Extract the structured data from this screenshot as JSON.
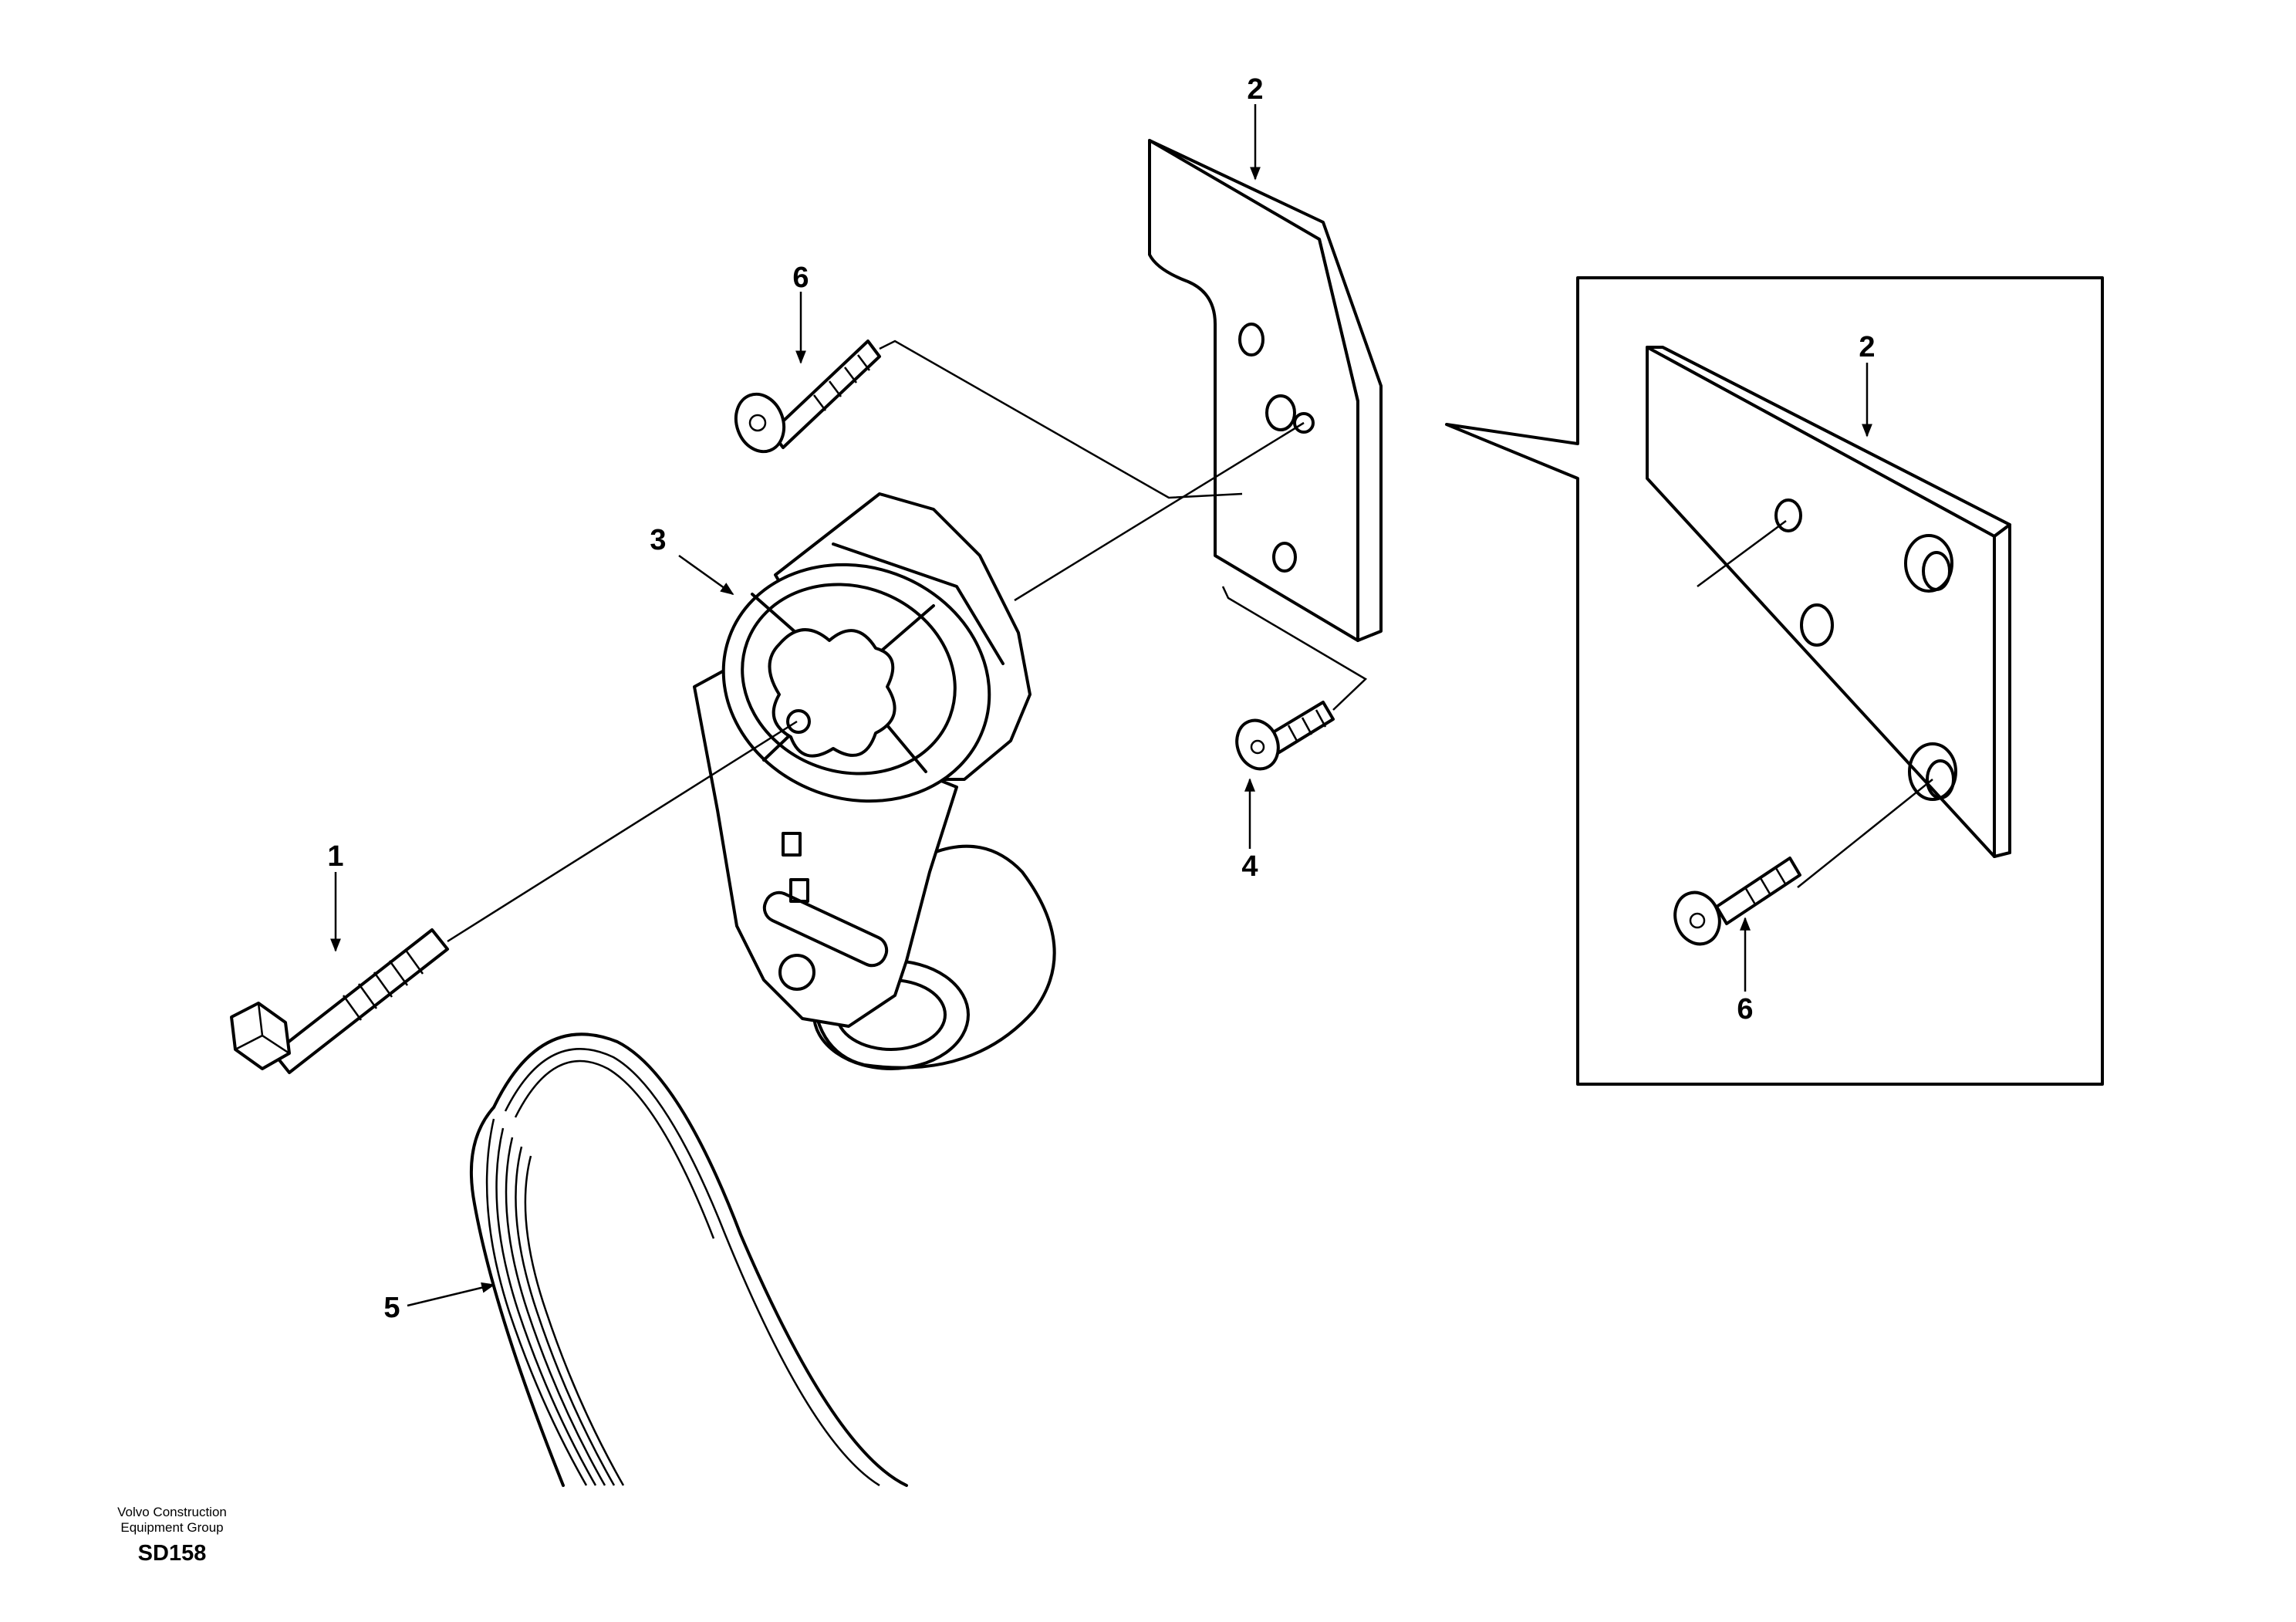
{
  "callouts": {
    "bolt": "1",
    "bracket_plate": "2",
    "tensioner": "3",
    "screw_lower": "4",
    "belt": "5",
    "screw_upper": "6",
    "detail_plate": "2",
    "detail_screw": "6"
  },
  "footer": {
    "company_line1": "Volvo Construction",
    "company_line2": "Equipment Group",
    "code": "SD158"
  }
}
